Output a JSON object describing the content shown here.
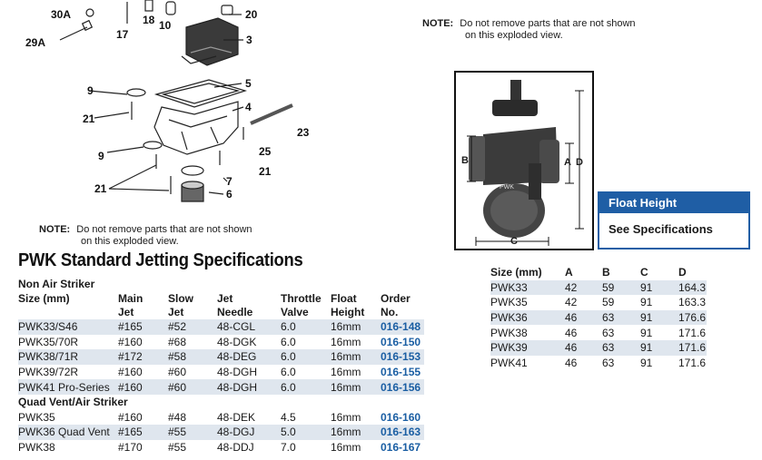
{
  "diagram": {
    "callouts": [
      "30A",
      "29A",
      "17",
      "18",
      "10",
      "20",
      "3",
      "9",
      "21",
      "5",
      "4",
      "23",
      "9",
      "25",
      "21",
      "7",
      "21",
      "6"
    ]
  },
  "note_left": {
    "label": "NOTE:",
    "line1": "Do not remove parts that are not shown",
    "line2": "on this exploded view."
  },
  "note_right": {
    "label": "NOTE:",
    "line1": "Do not remove parts that are not shown",
    "line2": "on this exploded view."
  },
  "title": "PWK Standard Jetting Specifications",
  "jetting": {
    "section1": "Non Air Striker",
    "headers": {
      "size": "Size (mm)",
      "main1": "Main",
      "main2": "Jet",
      "slow1": "Slow",
      "slow2": "Jet",
      "needle1": "Jet",
      "needle2": "Needle",
      "throttle1": "Throttle",
      "throttle2": "Valve",
      "float1": "Float",
      "float2": "Height",
      "order1": "Order",
      "order2": "No."
    },
    "rows1": [
      {
        "size": "PWK33/S46",
        "main": "#165",
        "slow": "#52",
        "needle": "48-CGL",
        "valve": "6.0",
        "height": "16mm",
        "order": "016-148"
      },
      {
        "size": "PWK35/70R",
        "main": "#160",
        "slow": "#68",
        "needle": "48-DGK",
        "valve": "6.0",
        "height": "16mm",
        "order": "016-150"
      },
      {
        "size": "PWK38/71R",
        "main": "#172",
        "slow": "#58",
        "needle": "48-DEG",
        "valve": "6.0",
        "height": "16mm",
        "order": "016-153"
      },
      {
        "size": "PWK39/72R",
        "main": "#160",
        "slow": "#60",
        "needle": "48-DGH",
        "valve": "6.0",
        "height": "16mm",
        "order": "016-155"
      },
      {
        "size": "PWK41 Pro-Series",
        "main": "#160",
        "slow": "#60",
        "needle": "48-DGH",
        "valve": "6.0",
        "height": "16mm",
        "order": "016-156"
      }
    ],
    "section2": "Quad Vent/Air Striker",
    "rows2": [
      {
        "size": "PWK35",
        "main": "#160",
        "slow": "#48",
        "needle": "48-DEK",
        "valve": "4.5",
        "height": "16mm",
        "order": "016-160"
      },
      {
        "size": "PWK36 Quad Vent",
        "main": "#165",
        "slow": "#55",
        "needle": "48-DGJ",
        "valve": "5.0",
        "height": "16mm",
        "order": "016-163"
      },
      {
        "size": "PWK38",
        "main": "#170",
        "slow": "#55",
        "needle": "48-DDJ",
        "valve": "7.0",
        "height": "16mm",
        "order": "016-167"
      }
    ]
  },
  "photo": {
    "label_a": "A",
    "label_b": "B",
    "label_c": "C",
    "label_d": "D"
  },
  "float_box": {
    "heading": "Float Height",
    "body": "See Specifications"
  },
  "dimensions": {
    "headers": {
      "size": "Size (mm)",
      "a": "A",
      "b": "B",
      "c": "C",
      "d": "D"
    },
    "rows": [
      {
        "size": "PWK33",
        "a": "42",
        "b": "59",
        "c": "91",
        "d": "164.3"
      },
      {
        "size": "PWK35",
        "a": "42",
        "b": "59",
        "c": "91",
        "d": "163.3"
      },
      {
        "size": "PWK36",
        "a": "46",
        "b": "63",
        "c": "91",
        "d": "176.6"
      },
      {
        "size": "PWK38",
        "a": "46",
        "b": "63",
        "c": "91",
        "d": "171.6"
      },
      {
        "size": "PWK39",
        "a": "46",
        "b": "63",
        "c": "91",
        "d": "171.6"
      },
      {
        "size": "PWK41",
        "a": "46",
        "b": "63",
        "c": "91",
        "d": "171.6"
      }
    ]
  }
}
